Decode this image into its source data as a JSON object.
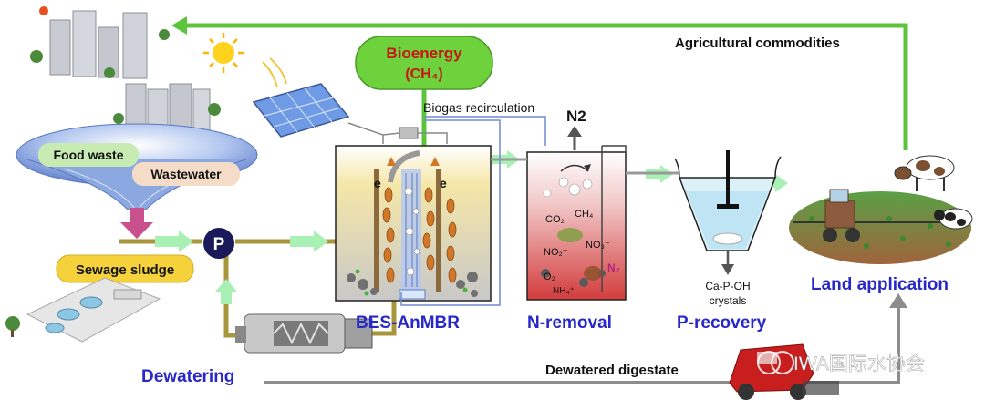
{
  "labels": {
    "bioenergy_line1": "Bioenergy",
    "bioenergy_line2": "(CH₄)",
    "agricultural_commodities": "Agricultural commodities",
    "biogas_recirculation": "Biogas recirculation",
    "n2_top": "N2",
    "food_waste": "Food waste",
    "wastewater": "Wastewater",
    "sewage_sludge": "Sewage sludge",
    "pump": "P",
    "electron_left": "e",
    "electron_right": "e",
    "co2": "CO₂",
    "ch4": "CH₄",
    "no2": "NO₂⁻",
    "no3": "NO₃⁻",
    "n2_small": "N₂",
    "o2": "O₂",
    "nh4": "NH₄⁺",
    "capoh_line1": "Ca-P-OH",
    "capoh_line2": "crystals",
    "bes_anmbr": "BES-AnMBR",
    "n_removal": "N-removal",
    "p_recovery": "P-recovery",
    "land_application": "Land application",
    "dewatering": "Dewatering",
    "dewatered_digestate": "Dewatered digestate",
    "watermark": "IWA国际水协会"
  },
  "colors": {
    "green_arrow": "#5cc43c",
    "light_green_arrow": "#a8f0b4",
    "pipe": "#a8963c",
    "gray_line": "#8c8c8c",
    "blue_label": "#2828c8",
    "bioenergy_text": "#c81414",
    "bioenergy_fill": "#6ed23c"
  }
}
